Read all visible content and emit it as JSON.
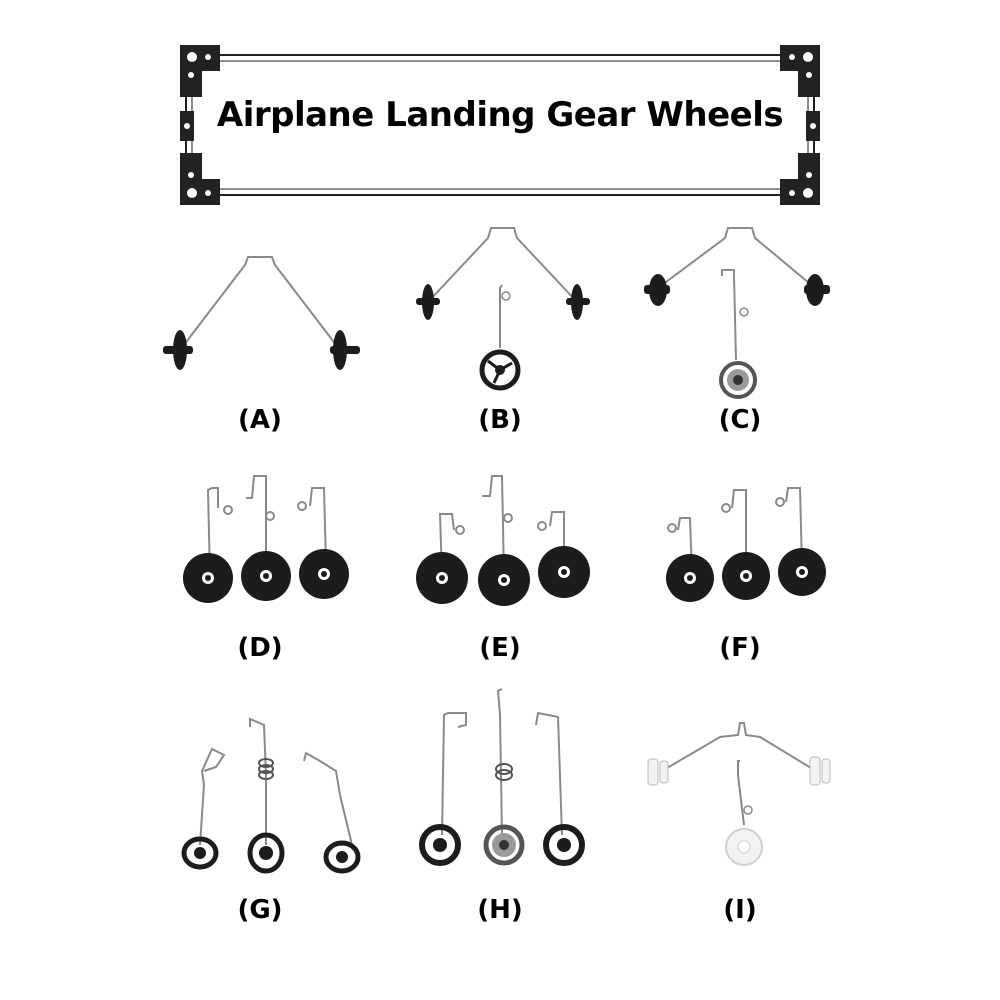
{
  "header": {
    "title": "Airplane Landing Gear Wheels"
  },
  "options": [
    {
      "label": "(A)"
    },
    {
      "label": "(B)"
    },
    {
      "label": "(C)"
    },
    {
      "label": "(D)"
    },
    {
      "label": "(E)"
    },
    {
      "label": "(F)"
    },
    {
      "label": "(G)"
    },
    {
      "label": "(H)"
    },
    {
      "label": "(I)"
    }
  ],
  "colors": {
    "wire": "#8a8a8a",
    "tire": "#1c1c1c",
    "hub": "#ffffff",
    "metal_wheel": "#7a7a7a",
    "white_wheel": "#f2f2f2",
    "ornament": "#222222"
  },
  "icons": {
    "frame": "ornamental-frame-icon",
    "gear": "landing-gear-icon"
  }
}
